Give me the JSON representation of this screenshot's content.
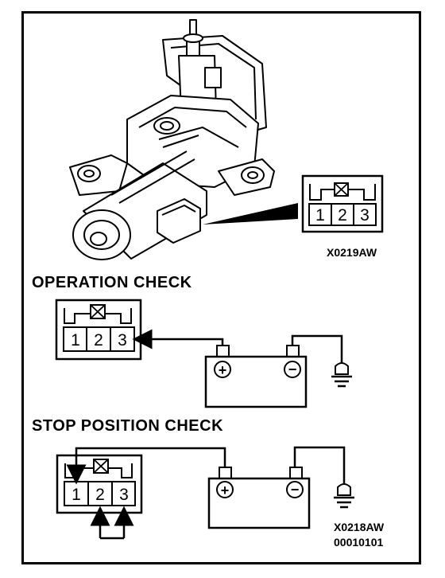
{
  "figure": {
    "top_ref_code": "X0219AW",
    "operation_check_title": "OPERATION CHECK",
    "stop_position_check_title": "STOP POSITION CHECK",
    "bottom_ref_code": "X0218AW",
    "bottom_doc_number": "00010101"
  },
  "connector": {
    "pins": [
      "1",
      "2",
      "3"
    ]
  },
  "battery": {
    "positive_symbol": "+",
    "negative_symbol": "−"
  },
  "icons": [
    "wiper-motor-illustration",
    "ground-icon",
    "battery-icon",
    "connector-icon",
    "crossed-box-icon"
  ]
}
